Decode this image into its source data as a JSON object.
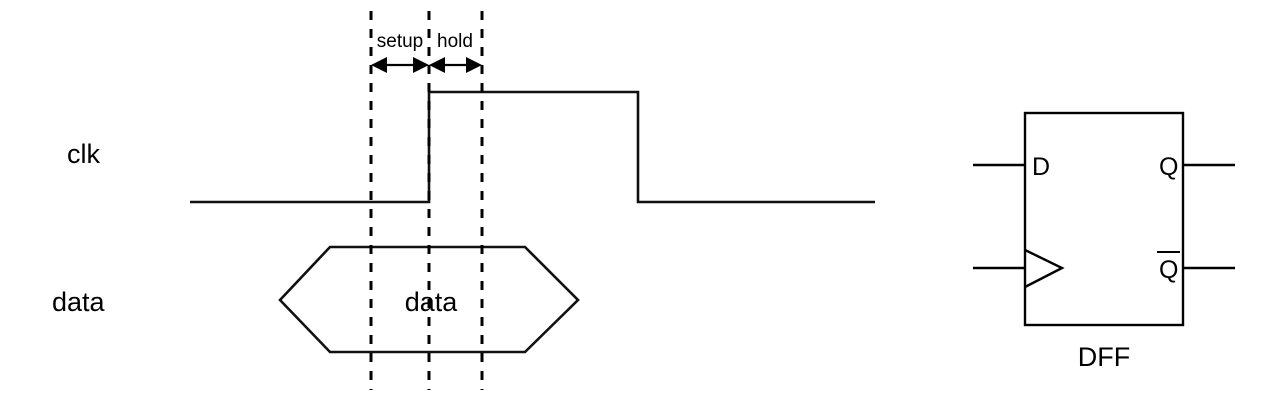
{
  "figure": {
    "title": "setup and hold timing with D flip-flop",
    "background_color": "#ffffff",
    "line_color": "#111111",
    "accent_color": "#FF1493"
  },
  "waveforms": {
    "signals": [
      {
        "name": "clk",
        "label": "clk"
      },
      {
        "name": "data",
        "label": "data"
      }
    ],
    "data_bus_label": "data"
  },
  "timing_markers": {
    "setup": {
      "label": "setup",
      "color": "#FF1493"
    },
    "hold": {
      "label": "hold",
      "color": "#FF1493"
    }
  },
  "dff": {
    "block_label": "DFF",
    "pins": {
      "d": "D",
      "q": "Q",
      "qbar": "Q",
      "qbar_has_overbar": true,
      "clock": "clock-triangle"
    }
  }
}
